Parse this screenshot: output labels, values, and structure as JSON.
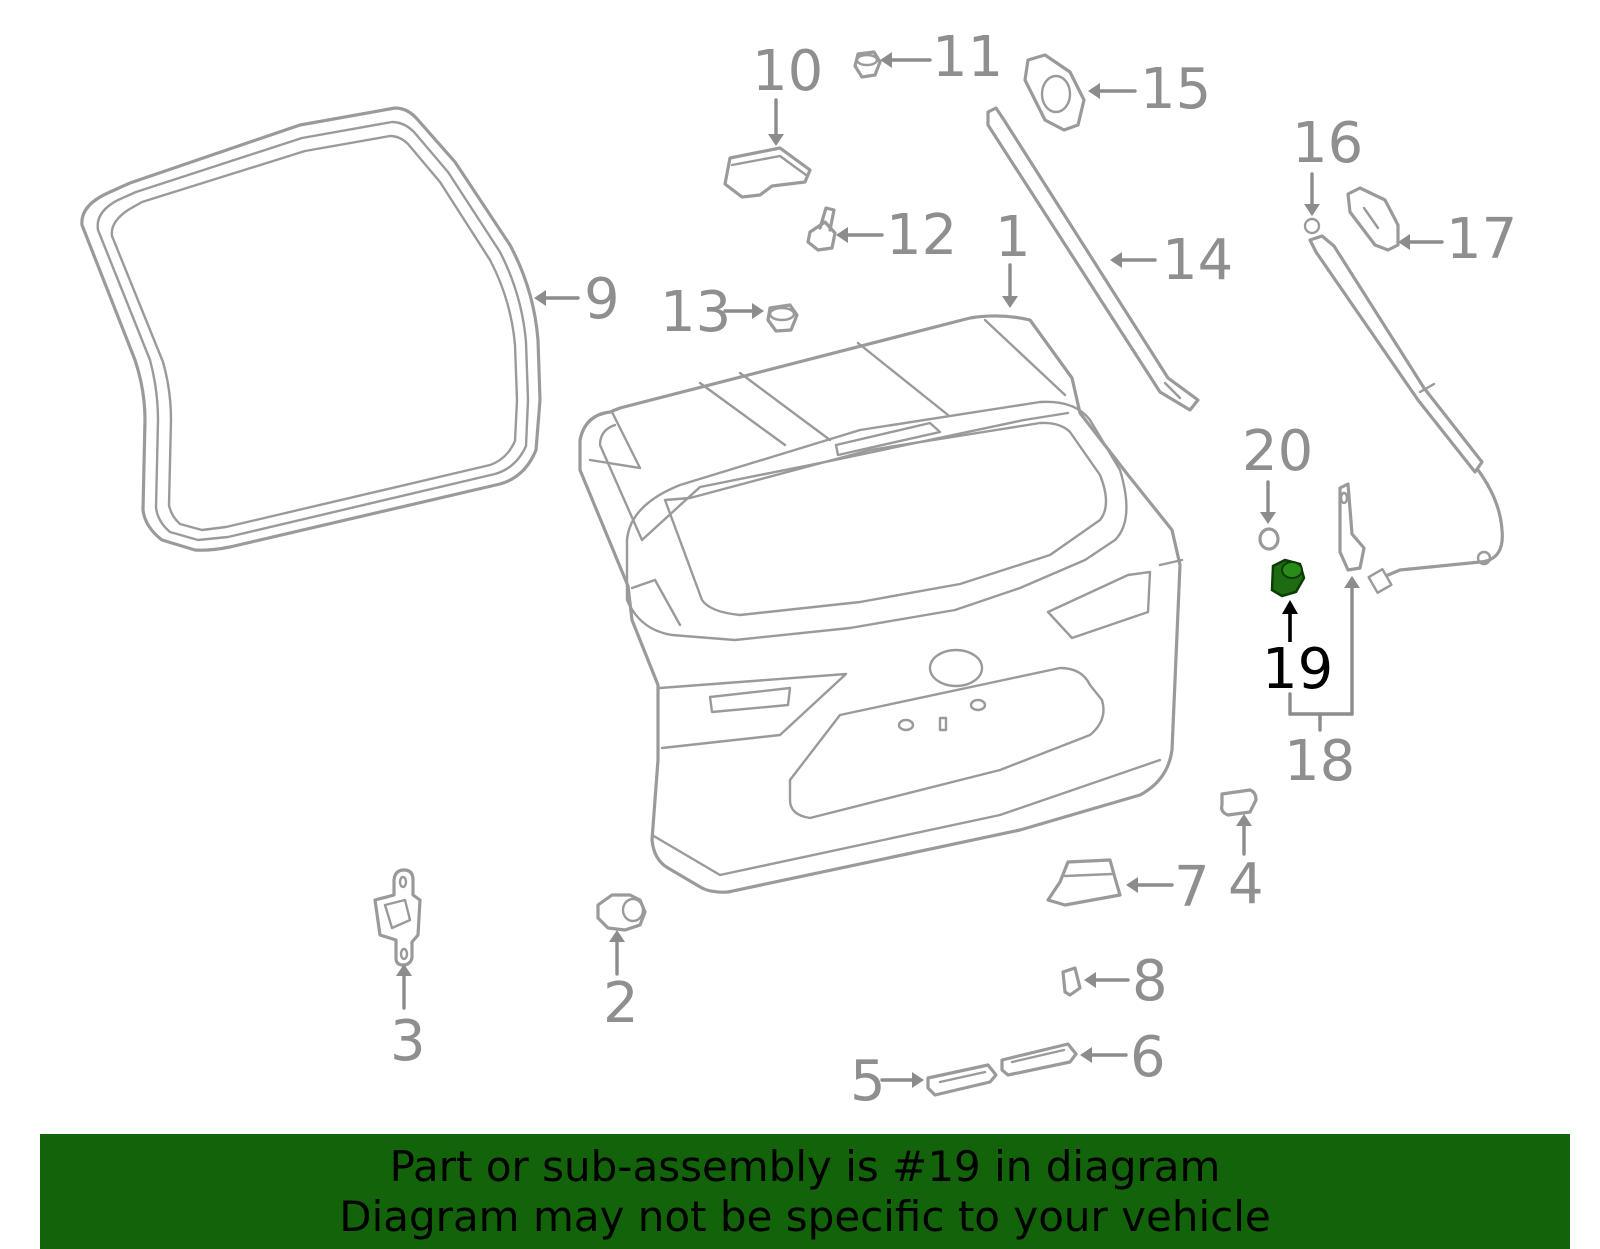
{
  "callouts": {
    "c1": "1",
    "c2": "2",
    "c3": "3",
    "c4": "4",
    "c5": "5",
    "c6": "6",
    "c7": "7",
    "c8": "8",
    "c9": "9",
    "c10": "10",
    "c11": "11",
    "c12": "12",
    "c13": "13",
    "c14": "14",
    "c15": "15",
    "c16": "16",
    "c17": "17",
    "c18": "18",
    "c19": "19",
    "c20": "20"
  },
  "highlight": {
    "part_number": "19",
    "color": "#1e6b12"
  },
  "banner": {
    "line1": "Part or sub-assembly is #19 in diagram",
    "line2": "Diagram may not be specific to your vehicle",
    "color": "#126309"
  }
}
